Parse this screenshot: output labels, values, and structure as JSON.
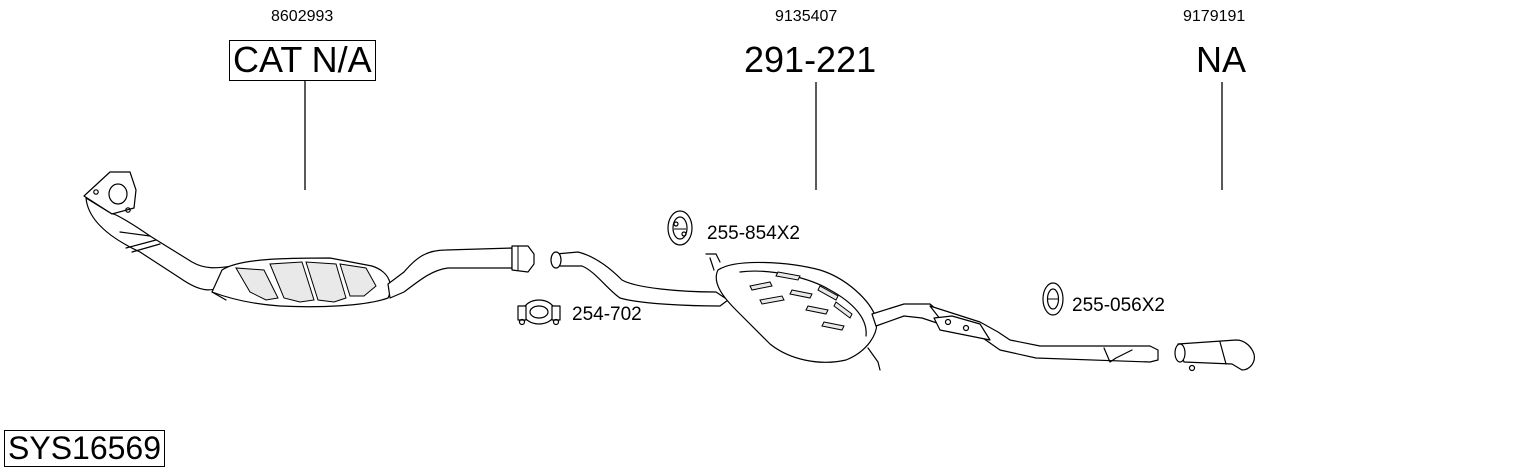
{
  "groups": [
    {
      "oe_number": "8602993",
      "part_label": "CAT N/A"
    },
    {
      "oe_number": "9135407",
      "part_label": "291-221"
    },
    {
      "oe_number": "9179191",
      "part_label": "NA"
    }
  ],
  "accessories": [
    {
      "code": "255-854X2"
    },
    {
      "code": "254-702"
    },
    {
      "code": "255-056X2"
    }
  ],
  "system_id": "SYS16569"
}
